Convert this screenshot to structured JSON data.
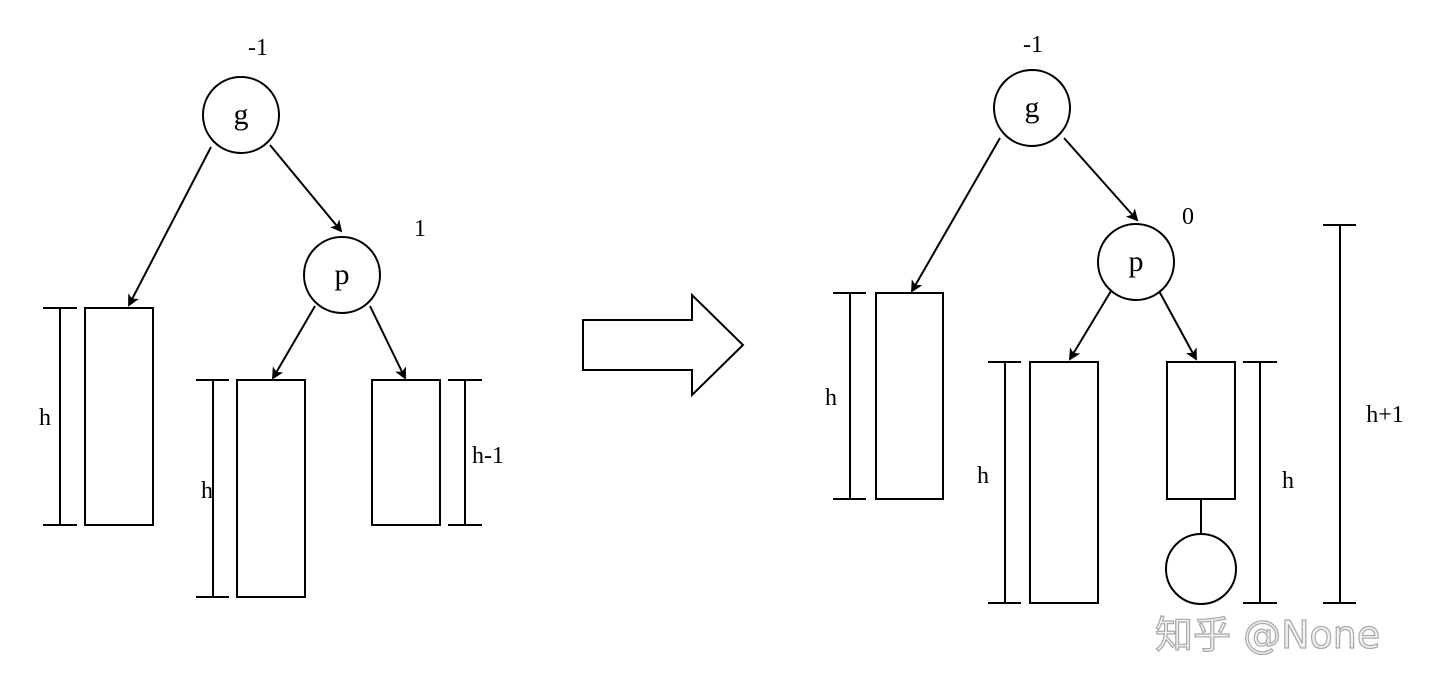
{
  "diagram": {
    "title": "AVL tree single rotation: balance factors before and after insertion",
    "before": {
      "nodes": [
        {
          "id": "g",
          "label": "g",
          "balance": "-1"
        },
        {
          "id": "p",
          "label": "p",
          "balance": "1"
        }
      ],
      "subtrees": [
        {
          "id": "g-left",
          "height_label": "h"
        },
        {
          "id": "p-left",
          "height_label": "h"
        },
        {
          "id": "p-right",
          "height_label": "h-1"
        }
      ]
    },
    "transition": {
      "icon": "arrow-right-icon"
    },
    "after": {
      "nodes": [
        {
          "id": "g",
          "label": "g",
          "balance": "-1"
        },
        {
          "id": "p",
          "label": "p",
          "balance": "0"
        }
      ],
      "subtrees": [
        {
          "id": "g-left",
          "height_label": "h"
        },
        {
          "id": "p-left",
          "height_label": "h"
        },
        {
          "id": "p-right",
          "height_label": "h"
        }
      ],
      "total_height_label": "h+1",
      "inserted_node": {
        "label": ""
      }
    }
  },
  "watermark": "知乎 @None"
}
